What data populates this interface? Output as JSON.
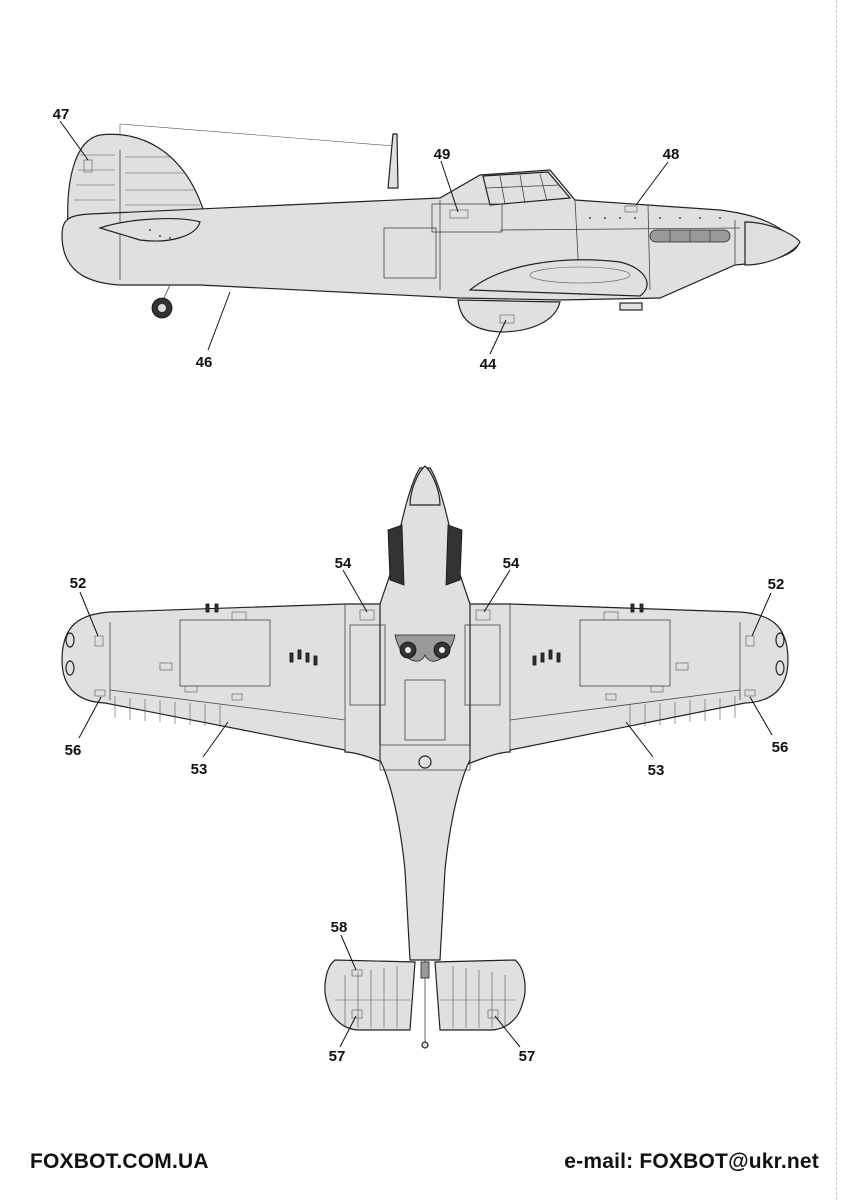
{
  "callouts": {
    "c47": "47",
    "c49": "49",
    "c48": "48",
    "c46": "46",
    "c44": "44",
    "c54_left": "54",
    "c54_right": "54",
    "c52_left": "52",
    "c52_right": "52",
    "c56_left": "56",
    "c56_right": "56",
    "c53_left": "53",
    "c53_right": "53",
    "c58": "58",
    "c57_left": "57",
    "c57_right": "57"
  },
  "footer": {
    "website": "FOXBOT.COM.UA",
    "email": "e-mail: FOXBOT@ukr.net"
  },
  "colors": {
    "airframe": "#e0e0e0",
    "outline": "#222222",
    "text": "#111111"
  }
}
